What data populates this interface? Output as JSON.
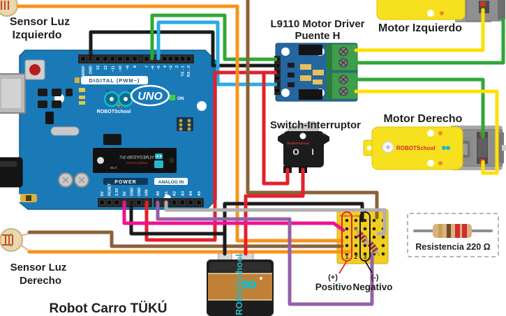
{
  "title": "Robot Carro TÜKÚ",
  "sensors": {
    "left": [
      "Sensor Luz",
      "Izquierdo"
    ],
    "right": [
      "Sensor Luz",
      "Derecho"
    ]
  },
  "driver": {
    "label1": "L9110 Motor Driver",
    "label2": "Puente H"
  },
  "motors": {
    "left": "Motor Izquierdo",
    "right": "Motor Derecho",
    "brand": "ROBOTSchool"
  },
  "switch": {
    "label": "Switch-Interruptor",
    "off": "O",
    "on": "I",
    "brand": "ROBOTSchool"
  },
  "resistor_box": {
    "label": "Resistencia 220 Ω"
  },
  "breadboard": {
    "brand": "ROBOTSchool",
    "columns": [
      "1",
      "2",
      "3"
    ],
    "positive_sign": "(+)",
    "positive": "Positivo",
    "negative_sign": "(-)",
    "negative": "Negativo"
  },
  "battery": {
    "brand": "ROBOTschool"
  },
  "arduino": {
    "brand": "ROBOTSchool",
    "model": "UNO",
    "on_led": "ON",
    "digital_label": "DIGITAL (PWM~)",
    "power_label": "POWER",
    "analog_label": "ANALOG IN",
    "chip": "ATMEGA328P-PU",
    "chip_code": "1738",
    "chip_brand": "ROBOTSchool",
    "digital_pins_left": [
      "AREF",
      "GND",
      "13",
      "12",
      "~11",
      "~10",
      "~9",
      "8"
    ],
    "digital_pins_right": [
      "7",
      "~6",
      "~5",
      "4",
      "~3",
      "2",
      "TX→1",
      "RX←0"
    ],
    "power_pins": [
      "5V",
      "RESET",
      "3.3V",
      "5V",
      "GND",
      "GND",
      "VIN"
    ],
    "analog_pins": [
      "A0",
      "A1",
      "A2",
      "A3",
      "A4",
      "A5"
    ]
  },
  "wire_colors": {
    "orange": "#F7941D",
    "yellow": "#FFE000",
    "green": "#2EA836",
    "blue": "#29ABE2",
    "black": "#1B1B1B",
    "red": "#E3212B",
    "brown": "#8A6239",
    "pink": "#EE1390",
    "purple": "#9560A8",
    "gray": "#B0B0B0"
  }
}
